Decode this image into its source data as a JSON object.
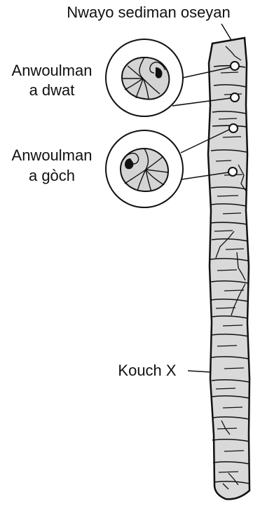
{
  "labels": {
    "core_title": "Nwayo sediman oseyan",
    "left_coiled_line1": "Anwoulman",
    "left_coiled_line2": "a dwat",
    "right_coiled_line1": "Anwoulman",
    "right_coiled_line2": "a gòch",
    "layer_x": "Kouch X"
  },
  "colors": {
    "core_fill": "#d9d9d9",
    "ink": "#111111",
    "shell_fill": "#d4d4d4"
  }
}
